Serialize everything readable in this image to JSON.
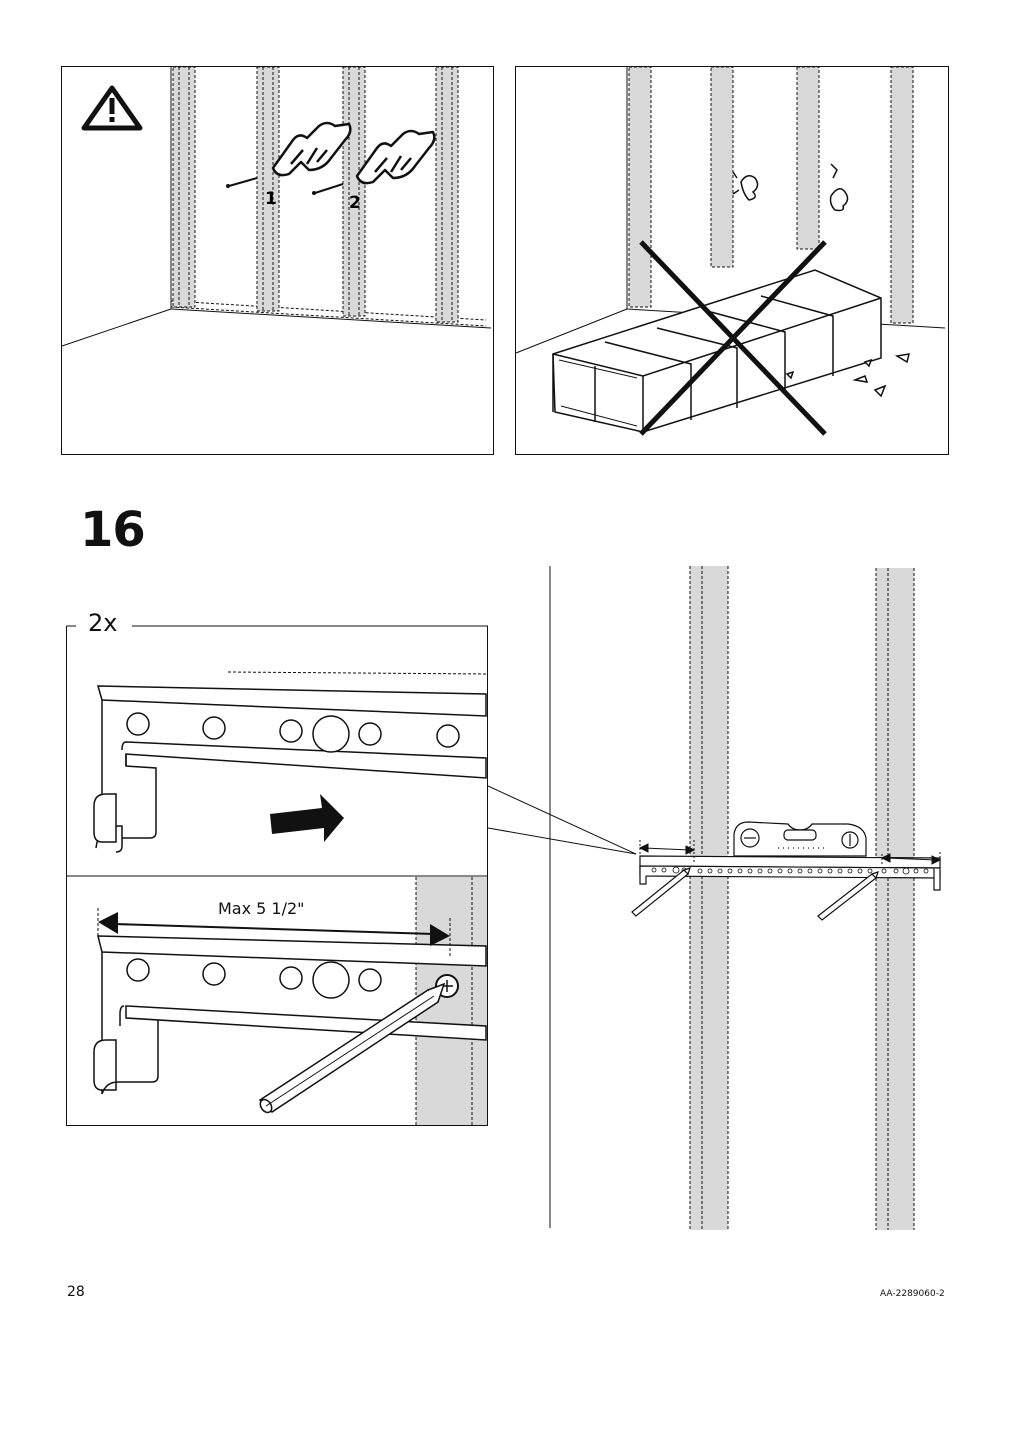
{
  "page": {
    "step_number": "16",
    "page_number": "28",
    "document_code": "AA-2289060-2"
  },
  "warning_panel": {
    "icon": "warning-triangle-icon",
    "knock_order": [
      "1",
      "2"
    ]
  },
  "wrong_panel": {
    "icon": "cross-out-icon"
  },
  "detail_panel": {
    "quantity": "2x",
    "max_distance": "Max 5 1/2\""
  },
  "colors": {
    "line": "#111111",
    "stud_fill": "#d9d9d9"
  }
}
